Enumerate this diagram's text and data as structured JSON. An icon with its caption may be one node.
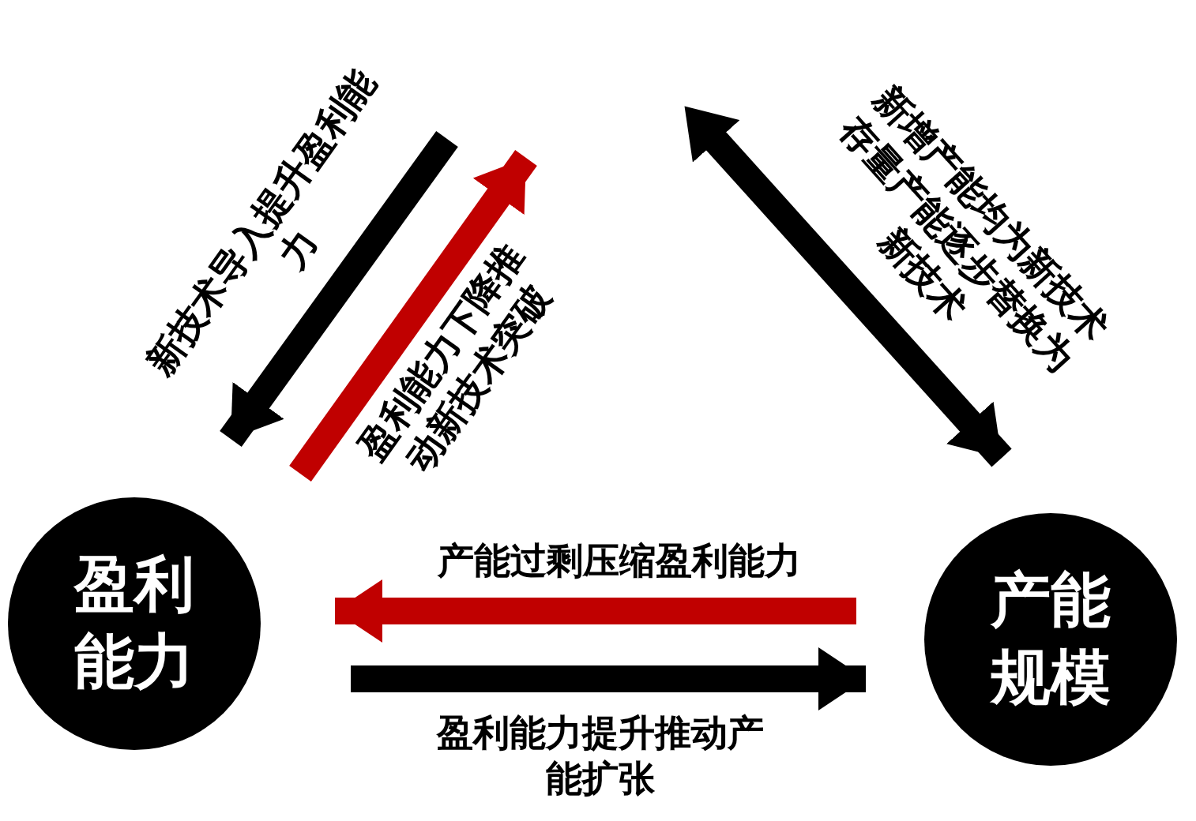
{
  "diagram": {
    "nodes": [
      {
        "text": [
          "盈利能力"
        ]
      },
      {
        "text": [
          "产能规模"
        ]
      }
    ],
    "edges": [
      {
        "from": null,
        "to": 0,
        "arrow": "to",
        "label": "新技术导入提升盈利能力"
      },
      {
        "from": 0,
        "to": null,
        "arrow": "to",
        "label": "盈利能力下降推动新技术突破",
        "color": "#c00000"
      },
      {
        "from": null,
        "to": 1,
        "arrow": "both",
        "label": "新增产能均为新技术存量产能逐步替换为新技术"
      },
      {
        "from": 1,
        "to": 0,
        "arrow": "to",
        "label": "产能过剩压缩盈利能力",
        "color": "#c00000"
      },
      {
        "from": 0,
        "to": 1,
        "arrow": "to",
        "label": "盈利能力提升推动产能扩张"
      }
    ]
  }
}
